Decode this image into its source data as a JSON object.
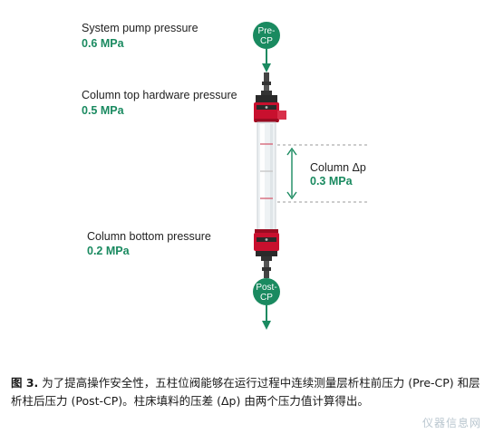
{
  "pressures": {
    "system_pump": {
      "label": "System pump pressure",
      "value": "0.6 MPa"
    },
    "column_top": {
      "label": "Column top hardware pressure",
      "value": "0.5 MPa"
    },
    "delta": {
      "label": "Column Δp",
      "value": "0.3 MPa"
    },
    "column_bottom": {
      "label": "Column bottom pressure",
      "value": "0.2 MPa"
    }
  },
  "sensors": {
    "pre_cp": [
      "Pre-",
      "CP"
    ],
    "post_cp": [
      "Post-",
      "CP"
    ]
  },
  "caption": {
    "figure_label": "图 3.",
    "text": " 为了提高操作安全性，五柱位阀能够在运行过程中连续测量层析柱前压力 (Pre-CP) 和层析柱后压力 (Post-CP)。柱床填料的压差 (Δp) 由两个压力值计算得出。"
  },
  "watermark": "仪器信息网",
  "colors": {
    "accent_green": "#1a8a60",
    "column_red": "#c8102e",
    "dashed_line": "#9a9a9a"
  }
}
